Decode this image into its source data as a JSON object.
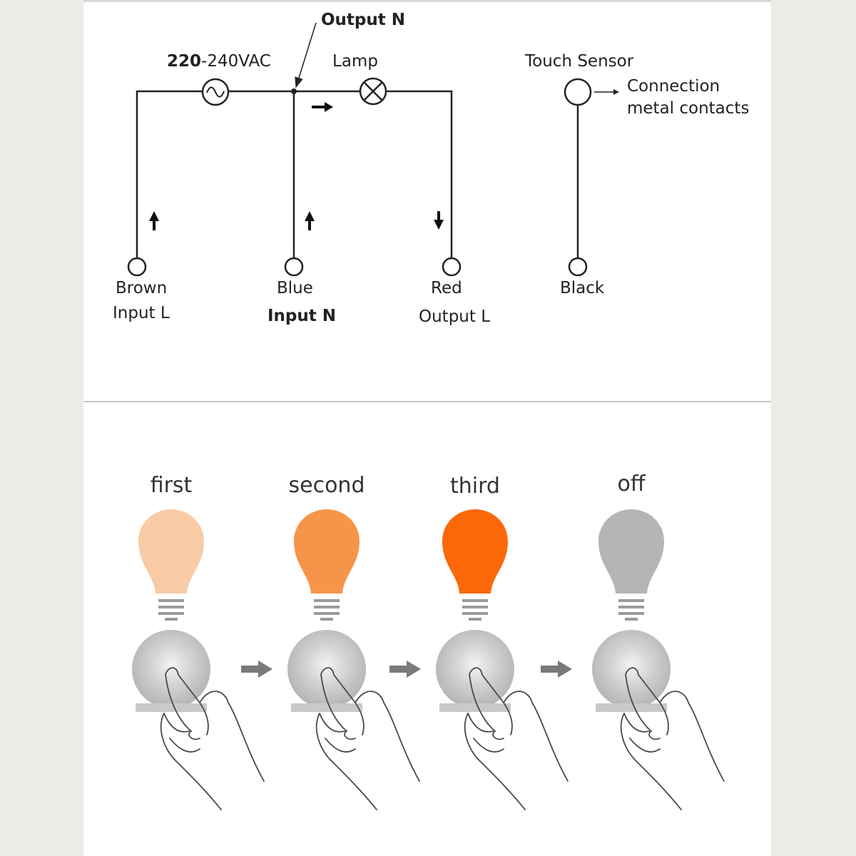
{
  "wiring": {
    "output_n": "Output N",
    "voltage_prefix": "220",
    "voltage_suffix": "-240VAC",
    "lamp": "Lamp",
    "touch_sensor": "Touch Sensor",
    "connection_line1": "Connection",
    "connection_line2": "metal contacts",
    "terminals": [
      {
        "wire": "Brown",
        "function": "Input L"
      },
      {
        "wire": "Blue",
        "function": "Input N"
      },
      {
        "wire": "Red",
        "function": "Output L"
      },
      {
        "wire": "Black",
        "function": ""
      }
    ]
  },
  "steps": [
    {
      "label": "first",
      "color": "#f8cba6"
    },
    {
      "label": "second",
      "color": "#f6954a"
    },
    {
      "label": "third",
      "color": "#fc6808"
    },
    {
      "label": "off",
      "color": "#b5b5b5"
    }
  ],
  "colors": {
    "wire": "#222222",
    "arrow": "#7a7a7a",
    "sensor_plate": "#bdbdbd"
  }
}
